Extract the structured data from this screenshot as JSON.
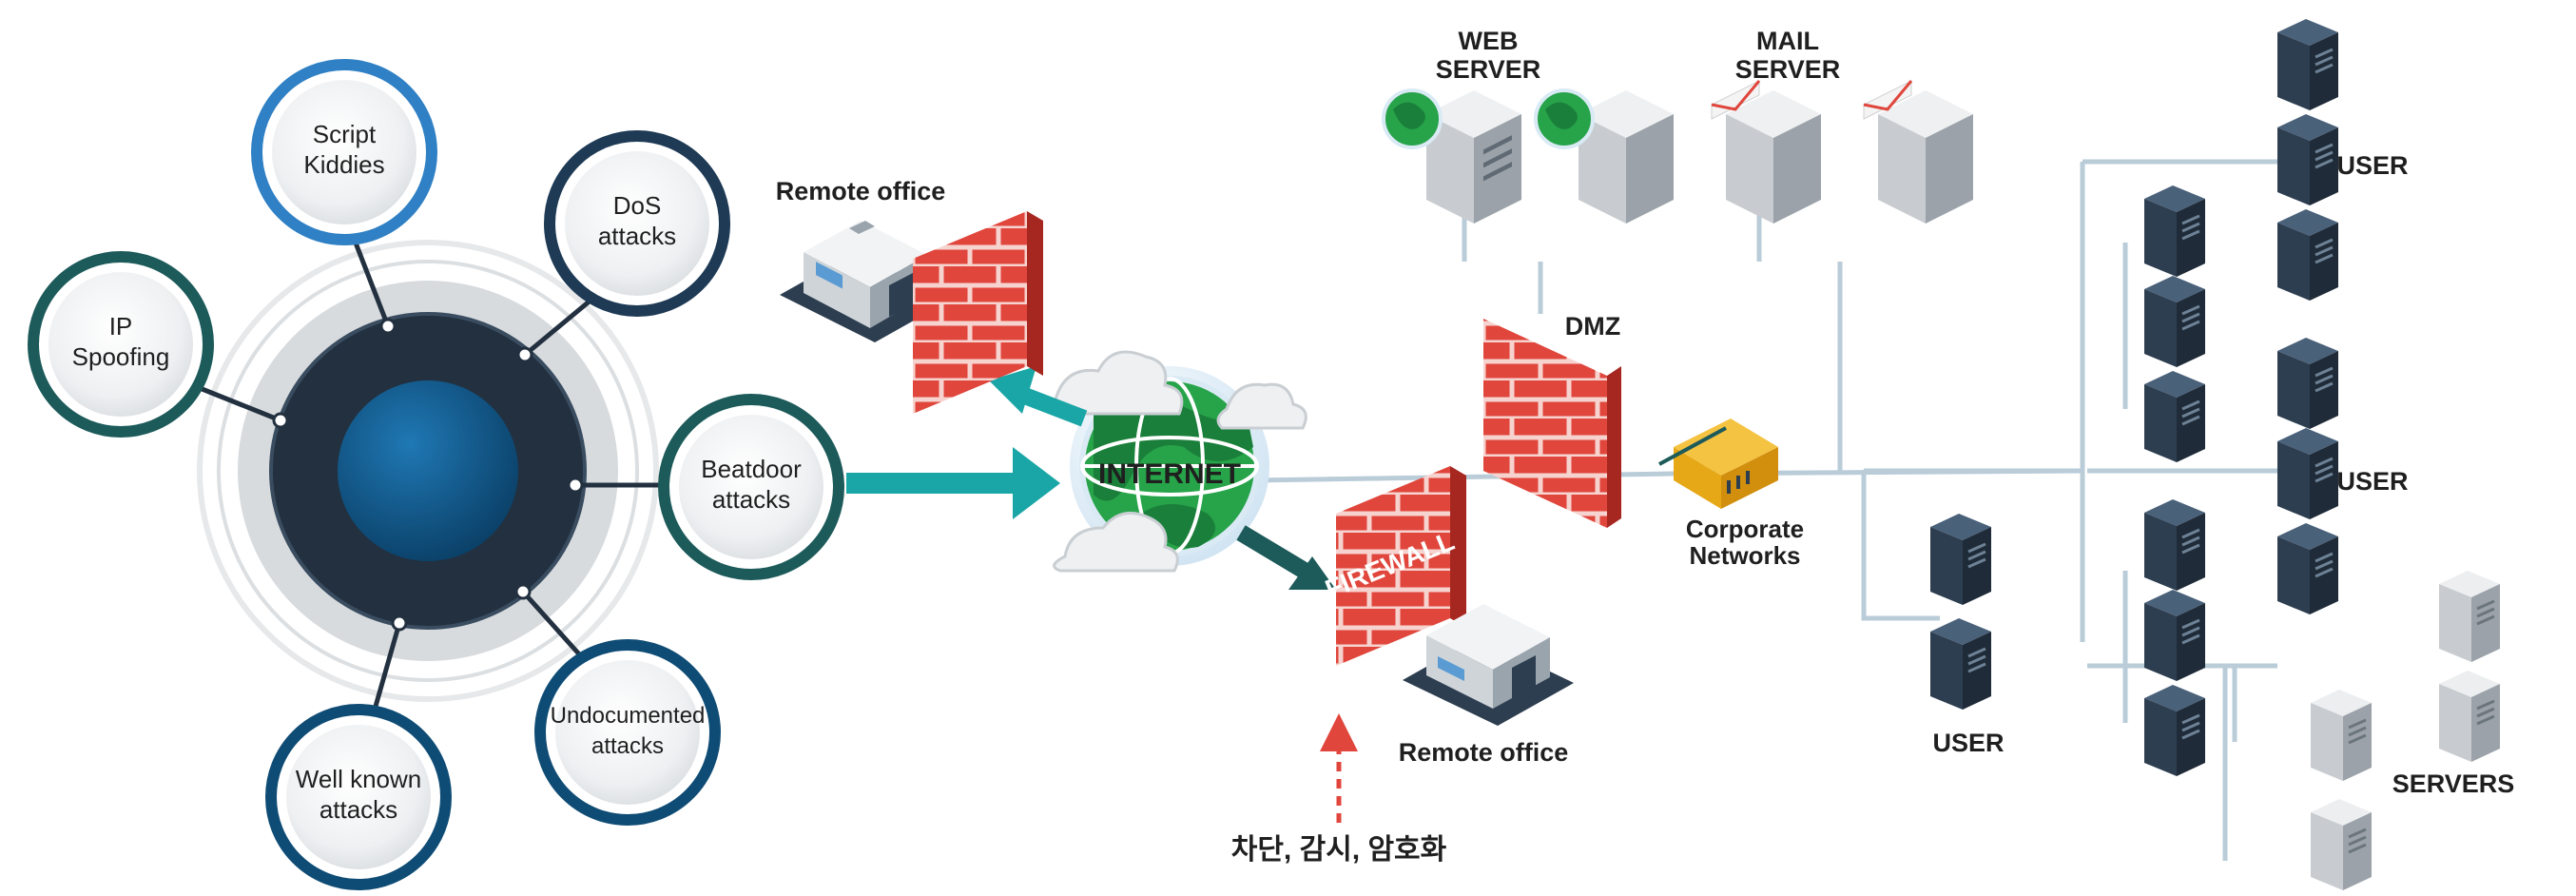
{
  "colors": {
    "hub_dark": "#22303f",
    "hub_blue": "#0d5a8c",
    "ring_teal": "#1d5a5a",
    "ring_blue": "#2f80c4",
    "ring_navy": "#1e3a55",
    "ring_deepblue": "#0f4c75",
    "arrow_teal": "#1aa6a6",
    "arrow_dark": "#1d5a5a",
    "firewall_red": "#e0463c",
    "server_dark": "#2d3e50",
    "server_gray": "#c8ccd0",
    "line_blue": "#b9ccd8",
    "dashed_red": "#e0463c"
  },
  "threats": [
    {
      "id": "script",
      "lines": [
        "Script",
        "Kiddies"
      ],
      "ring": "ring_blue"
    },
    {
      "id": "dos",
      "lines": [
        "DoS",
        "attacks"
      ],
      "ring": "ring_navy"
    },
    {
      "id": "ip",
      "lines": [
        "IP",
        "Spoofing"
      ],
      "ring": "ring_teal"
    },
    {
      "id": "beatdoor",
      "lines": [
        "Beatdoor",
        "attacks"
      ],
      "ring": "ring_teal"
    },
    {
      "id": "undoc",
      "lines": [
        "Undocumented",
        "attacks"
      ],
      "ring": "ring_deepblue"
    },
    {
      "id": "wellknown",
      "lines": [
        "Well known",
        "attacks"
      ],
      "ring": "ring_deepblue"
    }
  ],
  "labels": {
    "internet": "INTERNET",
    "firewall": "FIREWALL",
    "remote_office_top": "Remote office",
    "remote_office_bottom": "Remote office",
    "web_server_line1": "WEB",
    "web_server_line2": "SERVER",
    "mail_server_line1": "MAIL",
    "mail_server_line2": "SERVER",
    "dmz": "DMZ",
    "corporate_line1": "Corporate",
    "corporate_line2": "Networks",
    "user_top": "USER",
    "user_mid": "USER",
    "user_bottom": "USER",
    "servers": "SERVERS",
    "korean_caption": "차단, 감시, 암호화"
  },
  "icons": {
    "globe": "globe-icon",
    "cloud": "cloud-icon",
    "firewall": "brick-wall-icon",
    "office": "building-icon",
    "server": "server-tower-icon",
    "router": "network-switch-icon",
    "arrow": "arrow-icon"
  }
}
